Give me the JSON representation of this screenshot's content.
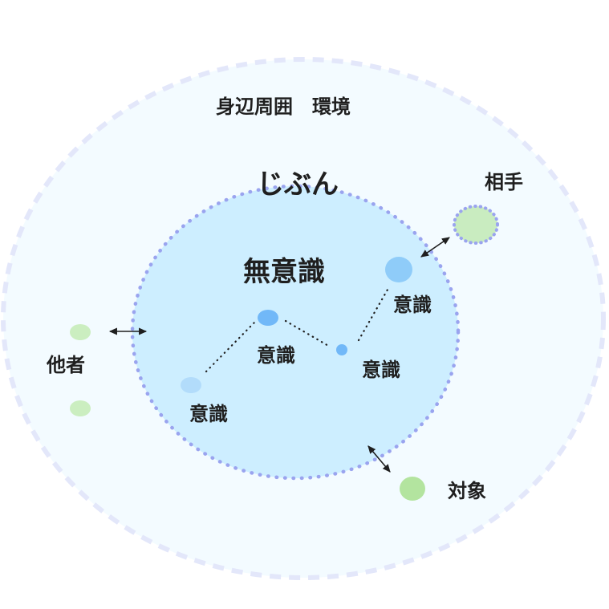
{
  "labels": {
    "environment": "身辺周囲　環境",
    "self": "じぶん",
    "unconscious": "無意識",
    "partner": "相手",
    "others": "他者",
    "object": "対象",
    "consciousness_1": "意識",
    "consciousness_2": "意識",
    "consciousness_3": "意識",
    "consciousness_4": "意識"
  },
  "colors": {
    "outer_fill": "#f3fbff",
    "outer_border": "#e3e7fa",
    "self_fill": "#cdeeff",
    "self_border": "#9aa4ef",
    "node_blue": "#8fccf9",
    "node_blue_dark": "#71b8f8",
    "node_green": "#b3e49f",
    "node_green_light": "#cbeec0",
    "line": "#1f1f1f"
  }
}
